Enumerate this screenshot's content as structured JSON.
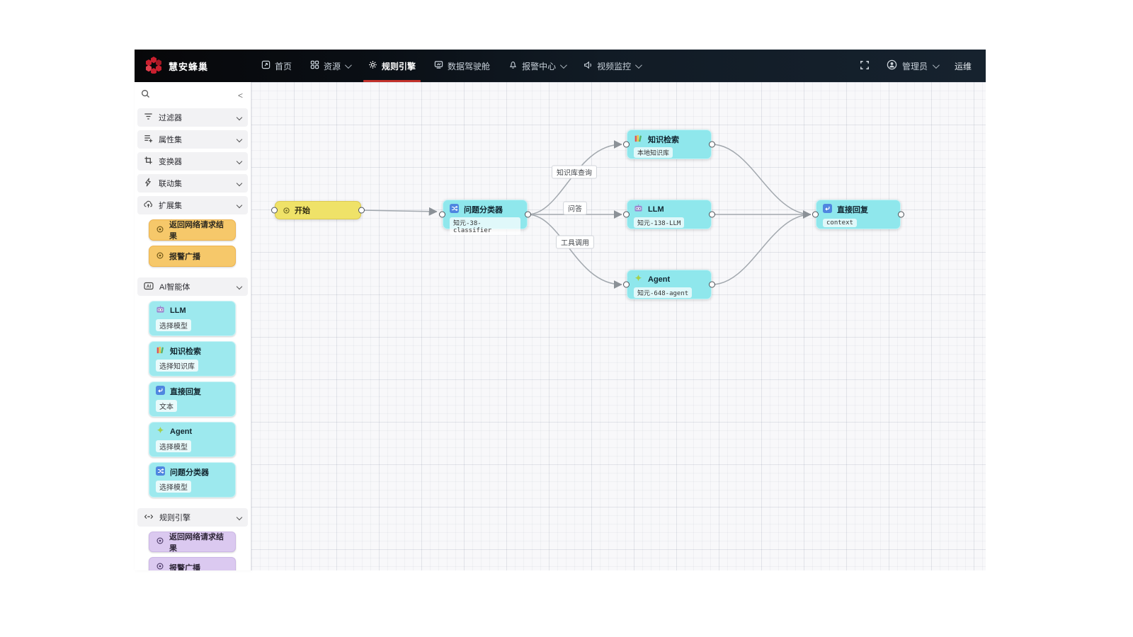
{
  "colors": {
    "accent_red": "#c2312b",
    "navbar_dark": "#0d141c",
    "node_cyan": "#8fe7ec",
    "node_yellow": "#efe268",
    "item_orange": "#f6c86a",
    "item_purple": "#dbc9f0"
  },
  "navbar": {
    "logo_text": "慧安蜂巢",
    "items": [
      {
        "label": "首页"
      },
      {
        "label": "资源"
      },
      {
        "label": "规则引擎"
      },
      {
        "label": "数据驾驶舱"
      },
      {
        "label": "报警中心"
      },
      {
        "label": "视频监控"
      }
    ],
    "user_label": "管理员",
    "ops_label": "运维"
  },
  "sidebar": {
    "collapse_glyph": "<",
    "sections": [
      {
        "label": "过滤器"
      },
      {
        "label": "属性集"
      },
      {
        "label": "变换器"
      },
      {
        "label": "联动集"
      },
      {
        "label": "扩展集"
      },
      {
        "label": "AI智能体"
      },
      {
        "label": "规则引擎"
      }
    ],
    "extension_items": [
      {
        "label": "返回网络请求结果"
      },
      {
        "label": "报警广播"
      }
    ],
    "ai_items": [
      {
        "title": "LLM",
        "subtitle": "选择模型"
      },
      {
        "title": "知识检索",
        "subtitle": "选择知识库"
      },
      {
        "title": "直接回复",
        "subtitle": "文本"
      },
      {
        "title": "Agent",
        "subtitle": "选择模型"
      },
      {
        "title": "问题分类器",
        "subtitle": "选择模型"
      }
    ],
    "rule_items": [
      {
        "label": "返回网络请求结果"
      },
      {
        "label": "报警广播"
      }
    ]
  },
  "canvas": {
    "nodes": {
      "start": {
        "title": "开始"
      },
      "classifier": {
        "title": "问题分类器",
        "subtitle": "知元-38-classifier"
      },
      "knowledge": {
        "title": "知识检索",
        "subtitle": "本地知识库"
      },
      "llm": {
        "title": "LLM",
        "subtitle": "知元-138-LLM"
      },
      "agent": {
        "title": "Agent",
        "subtitle": "知元-648-agent"
      },
      "reply": {
        "title": "直接回复",
        "subtitle": "context"
      }
    },
    "edge_labels": {
      "knowledge_query": "知识库查询",
      "qa": "问答",
      "tool_call": "工具调用"
    }
  }
}
